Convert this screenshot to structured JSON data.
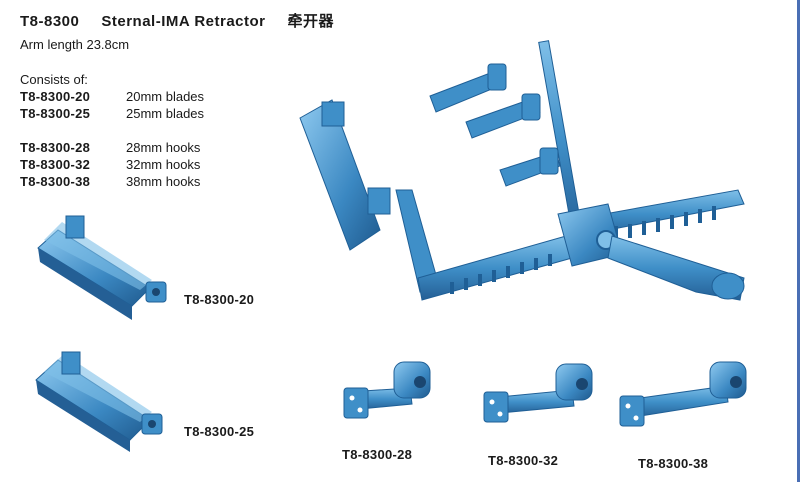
{
  "header": {
    "code": "T8-8300",
    "name": "Sternal-IMA Retractor",
    "chinese_name": "牵开器",
    "arm_length": "Arm length 23.8cm"
  },
  "contents": {
    "heading": "Consists of:",
    "items": [
      {
        "code": "T8-8300-20",
        "desc": "20mm blades"
      },
      {
        "code": "T8-8300-25",
        "desc": "25mm blades"
      },
      {
        "code": "T8-8300-28",
        "desc": "28mm hooks"
      },
      {
        "code": "T8-8300-32",
        "desc": "32mm hooks"
      },
      {
        "code": "T8-8300-38",
        "desc": "38mm hooks"
      }
    ]
  },
  "part_labels": {
    "blade_20": "T8-8300-20",
    "blade_25": "T8-8300-25",
    "hook_28": "T8-8300-28",
    "hook_32": "T8-8300-32",
    "hook_38": "T8-8300-38"
  },
  "colors": {
    "instrument": "#3f8fc8",
    "instrument_dark": "#1f5f96",
    "instrument_light": "#8fc6ea",
    "accent_edge": "#4a6fb5"
  }
}
